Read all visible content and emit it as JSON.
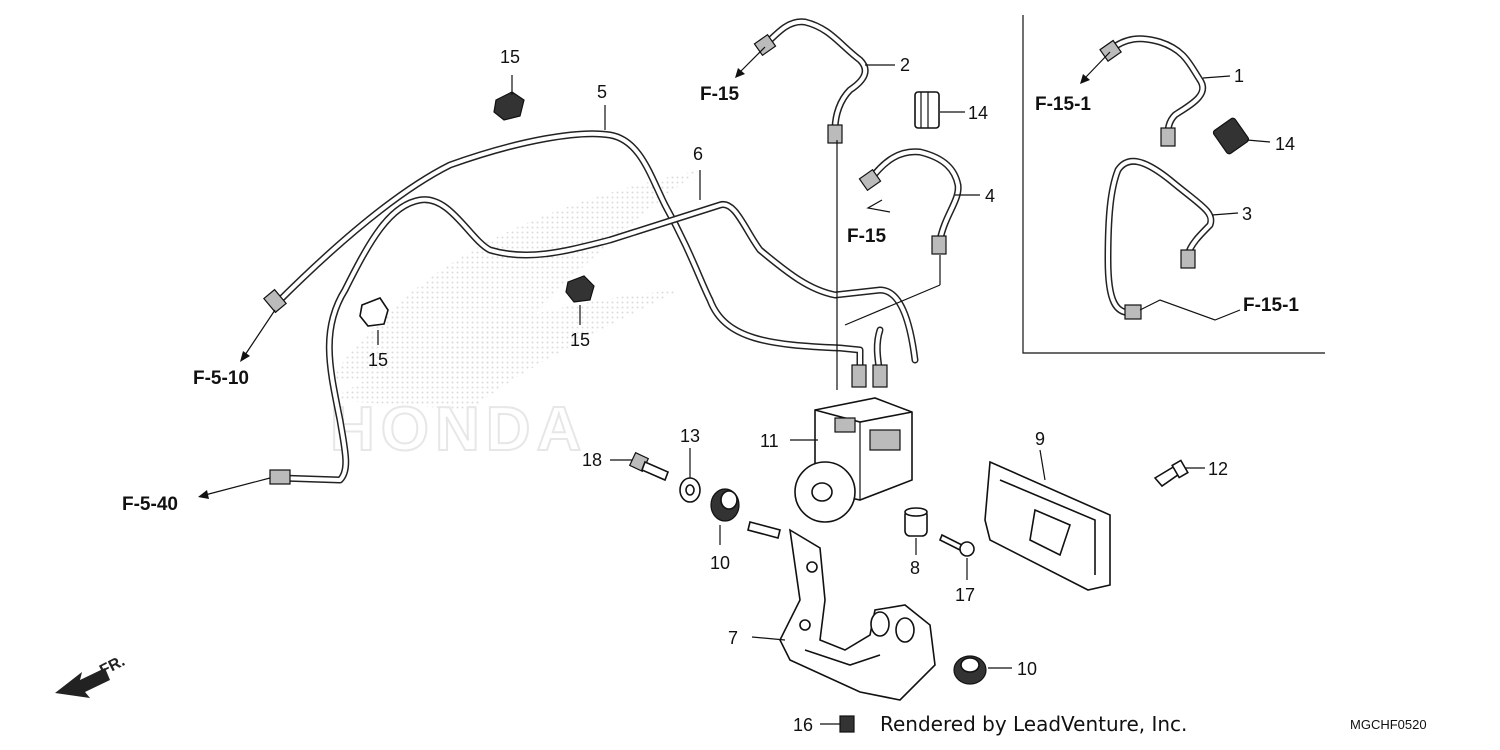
{
  "diagram": {
    "callouts": {
      "c1": "1",
      "c2": "2",
      "c3": "3",
      "c4": "4",
      "c5": "5",
      "c6": "6",
      "c7": "7",
      "c8": "8",
      "c9": "9",
      "c10a": "10",
      "c10b": "10",
      "c11": "11",
      "c12": "12",
      "c13": "13",
      "c14a": "14",
      "c14b": "14",
      "c15a": "15",
      "c15b": "15",
      "c15c": "15",
      "c16": "16",
      "c17": "17",
      "c18": "18"
    },
    "refs": {
      "r_f15_top": "F-15",
      "r_f15_mid": "F-15",
      "r_f151_top": "F-15-1",
      "r_f151_bot": "F-15-1",
      "r_f510": "F-5-10",
      "r_f540": "F-5-40"
    },
    "watermark": "HONDA",
    "direction": "FR.",
    "footer": {
      "credit": "Rendered by LeadVenture, Inc.",
      "code": "MGCHF0520"
    }
  }
}
